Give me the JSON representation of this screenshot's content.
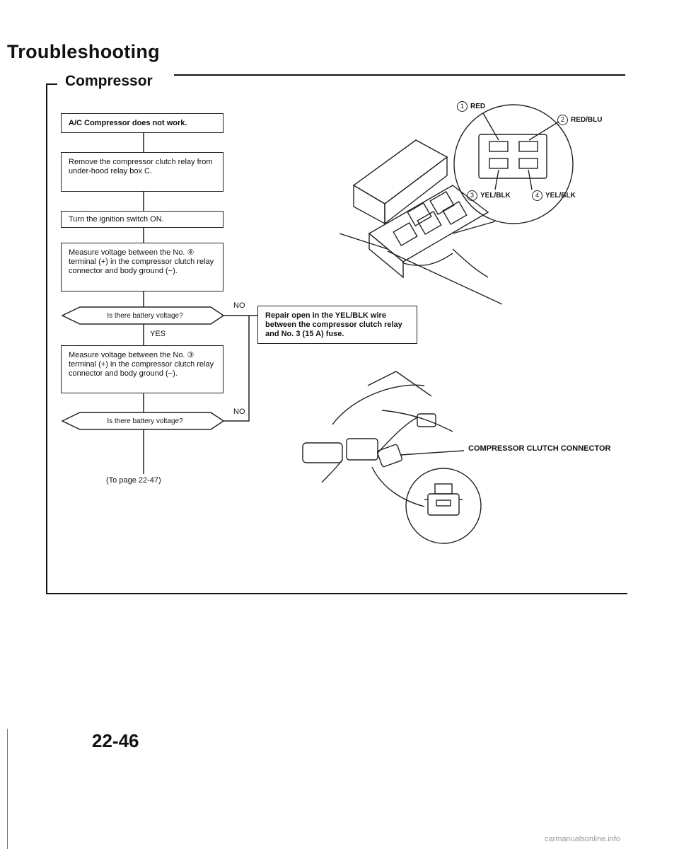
{
  "header": {
    "title": "Troubleshooting",
    "subtitle": "Compressor"
  },
  "flow": {
    "step1": "A/C Compressor does not work.",
    "step2": "Remove the compressor clutch relay from under-hood relay box C.",
    "step3": "Turn the ignition switch ON.",
    "step4": "Measure voltage between the No. ④ terminal (+) in the compressor clutch relay connector and body ground (−).",
    "decision1": "Is there battery voltage?",
    "decision1_no": "NO",
    "decision1_yes": "YES",
    "repair": "Repair open in the YEL/BLK wire between the compressor clutch relay and No. 3 (15 A) fuse.",
    "step5": "Measure voltage between the No. ③ terminal (+) in the compressor clutch relay connector and body ground (−).",
    "decision2": "Is there battery voltage?",
    "decision2_no": "NO",
    "continue": "(To page 22-47)"
  },
  "relay_figure": {
    "pin1": {
      "num": "1",
      "wire": "RED"
    },
    "pin2": {
      "num": "2",
      "wire": "RED/BLU"
    },
    "pin3": {
      "num": "3",
      "wire": "YEL/BLK"
    },
    "pin4": {
      "num": "4",
      "wire": "YEL/BLK"
    }
  },
  "connector_figure": {
    "label": "COMPRESSOR CLUTCH CONNECTOR"
  },
  "page_number": "22-46",
  "watermark": "carmanualsonline.info"
}
